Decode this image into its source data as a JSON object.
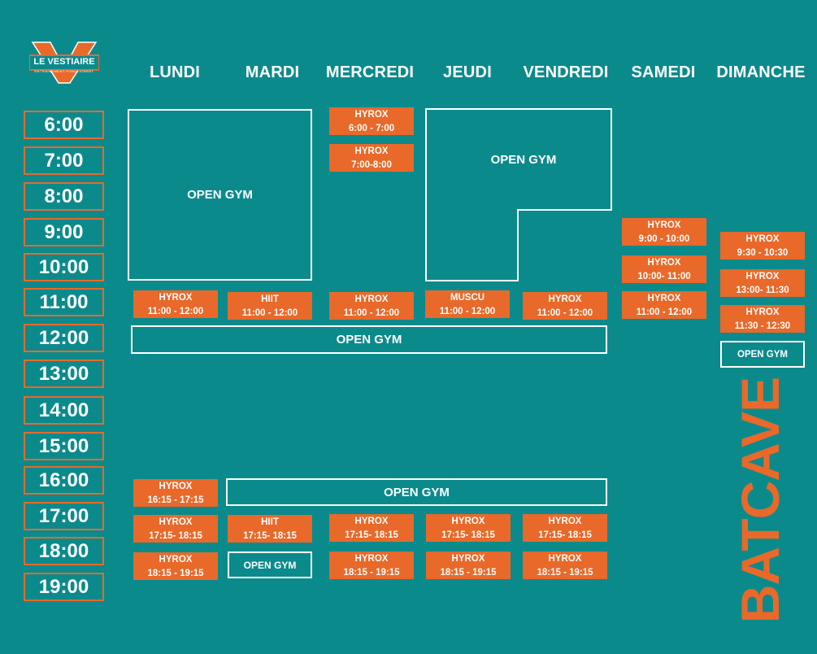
{
  "brand": {
    "name": "LE VESTIAIRE",
    "tagline": "ENTRAINEMENT FONCTIONNEL",
    "colors": {
      "background": "#0b8a8c",
      "accent": "#e8692a",
      "outline": "#ffffff"
    }
  },
  "days": [
    "LUNDI",
    "MARDI",
    "MERCREDI",
    "JEUDI",
    "VENDREDI",
    "SAMEDI",
    "DIMANCHE"
  ],
  "times": [
    "6:00",
    "7:00",
    "8:00",
    "9:00",
    "10:00",
    "11:00",
    "12:00",
    "13:00",
    "14:00",
    "15:00",
    "16:00",
    "17:00",
    "18:00",
    "19:00"
  ],
  "open_gym": {
    "lundi_morning": "OPEN GYM",
    "jeudi_morning": "OPEN GYM",
    "noon_band": "OPEN GYM",
    "dimanche_noon": "OPEN GYM",
    "afternoon_band": "OPEN GYM",
    "mardi_evening": "OPEN GYM"
  },
  "classes": {
    "mer_1": {
      "name": "HYROX",
      "time": "6:00 - 7:00"
    },
    "mer_2": {
      "name": "HYROX",
      "time": "7:00-8:00"
    },
    "sam_1": {
      "name": "HYROX",
      "time": "9:00 - 10:00"
    },
    "sam_2": {
      "name": "HYROX",
      "time": "10:00- 11:00"
    },
    "sam_3": {
      "name": "HYROX",
      "time": "11:00 - 12:00"
    },
    "dim_1": {
      "name": "HYROX",
      "time": "9:30 - 10:30"
    },
    "dim_2": {
      "name": "HYROX",
      "time": "13:00- 11:30"
    },
    "dim_3": {
      "name": "HYROX",
      "time": "11:30 - 12:30"
    },
    "lun_11": {
      "name": "HYROX",
      "time": "11:00 - 12:00"
    },
    "mar_11": {
      "name": "HIIT",
      "time": "11:00 - 12:00"
    },
    "mer_11": {
      "name": "HYROX",
      "time": "11:00 - 12:00"
    },
    "jeu_11": {
      "name": "MUSCU",
      "time": "11:00 - 12:00"
    },
    "ven_11": {
      "name": "HYROX",
      "time": "11:00 - 12:00"
    },
    "lun_16": {
      "name": "HYROX",
      "time": "16:15 - 17:15"
    },
    "lun_17": {
      "name": "HYROX",
      "time": "17:15- 18:15"
    },
    "mar_17": {
      "name": "HIIT",
      "time": "17:15- 18:15"
    },
    "mer_17": {
      "name": "HYROX",
      "time": "17:15- 18:15"
    },
    "jeu_17": {
      "name": "HYROX",
      "time": "17:15- 18:15"
    },
    "ven_17": {
      "name": "HYROX",
      "time": "17:15- 18:15"
    },
    "lun_18": {
      "name": "HYROX",
      "time": "18:15 - 19:15"
    },
    "mer_18": {
      "name": "HYROX",
      "time": "18:15 - 19:15"
    },
    "jeu_18": {
      "name": "HYROX",
      "time": "18:15 - 19:15"
    },
    "ven_18": {
      "name": "HYROX",
      "time": "18:15 - 19:15"
    }
  },
  "side_label": "BATCAVE"
}
